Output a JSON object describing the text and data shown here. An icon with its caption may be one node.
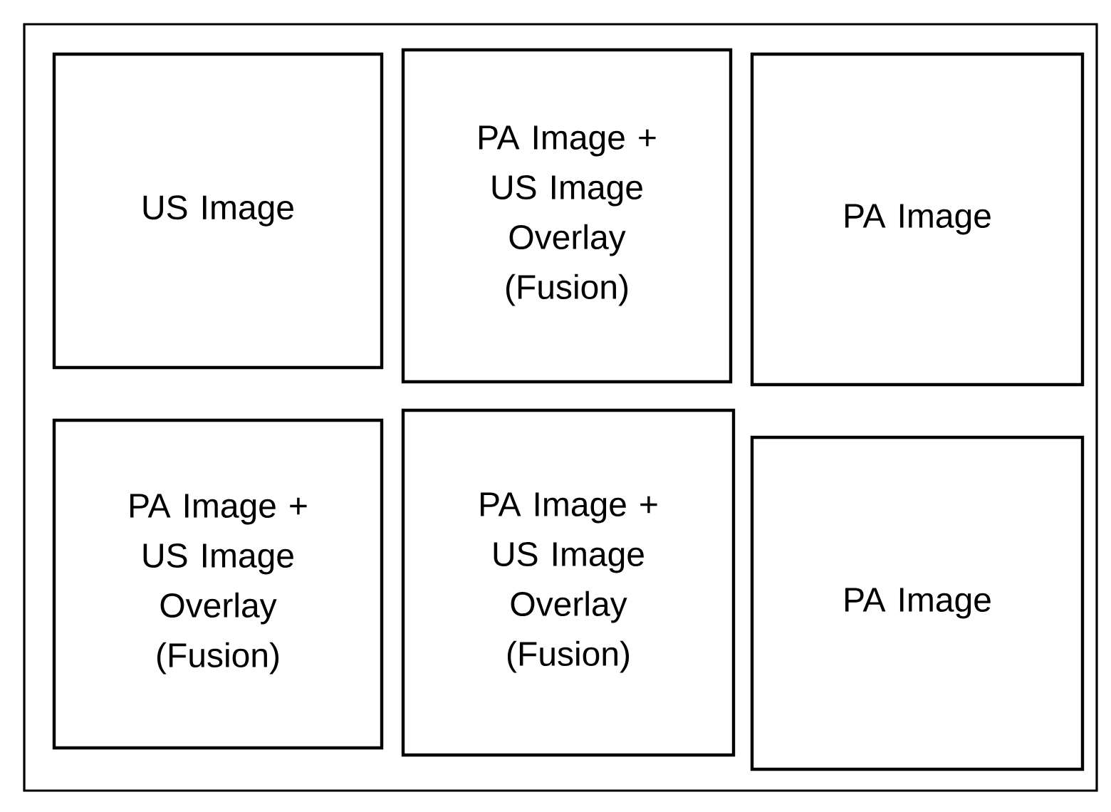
{
  "diagram": {
    "nodes": [
      {
        "text": [],
        "shape": "box"
      },
      {
        "text": [
          "US Image"
        ],
        "in": 0
      },
      {
        "text": [
          "PA Image + US Image Overlay (Fusion)"
        ],
        "in": 0
      },
      {
        "text": [
          "PA Image"
        ],
        "in": 0
      },
      {
        "text": [
          "PA Image + US Image Overlay (Fusion)"
        ],
        "in": 0
      },
      {
        "text": [
          "PA Image + US Image Overlay (Fusion)"
        ],
        "in": 0
      },
      {
        "text": [
          "PA Image"
        ],
        "in": 0
      }
    ]
  }
}
